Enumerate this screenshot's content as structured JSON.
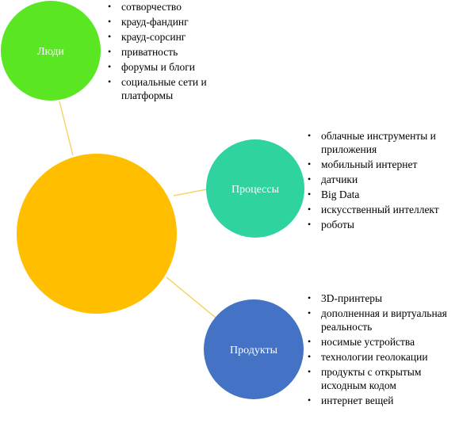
{
  "colors": {
    "center": "#FFBF00",
    "people": "#5AE622",
    "processes": "#2ED3A0",
    "products": "#4472C4",
    "connector": "#F5D36A"
  },
  "nodes": {
    "center": {
      "label": ""
    },
    "people": {
      "label": "Люди",
      "items": [
        "сотворчество",
        "крауд-фандинг",
        "крауд-сорсинг",
        "приватность",
        "форумы и блоги",
        "социальные сети и платформы"
      ]
    },
    "processes": {
      "label": "Процессы",
      "items": [
        "облачные инструменты и приложения",
        "мобильный интернет",
        "датчики",
        "Big Data",
        "искусственный интеллект",
        "роботы"
      ]
    },
    "products": {
      "label": "Продукты",
      "items": [
        "3D-принтеры",
        "дополненная и виртуальная реальность",
        "носимые устройства",
        "технологии геолокации",
        "продукты с открытым исходным кодом",
        "интернет вещей"
      ]
    }
  }
}
